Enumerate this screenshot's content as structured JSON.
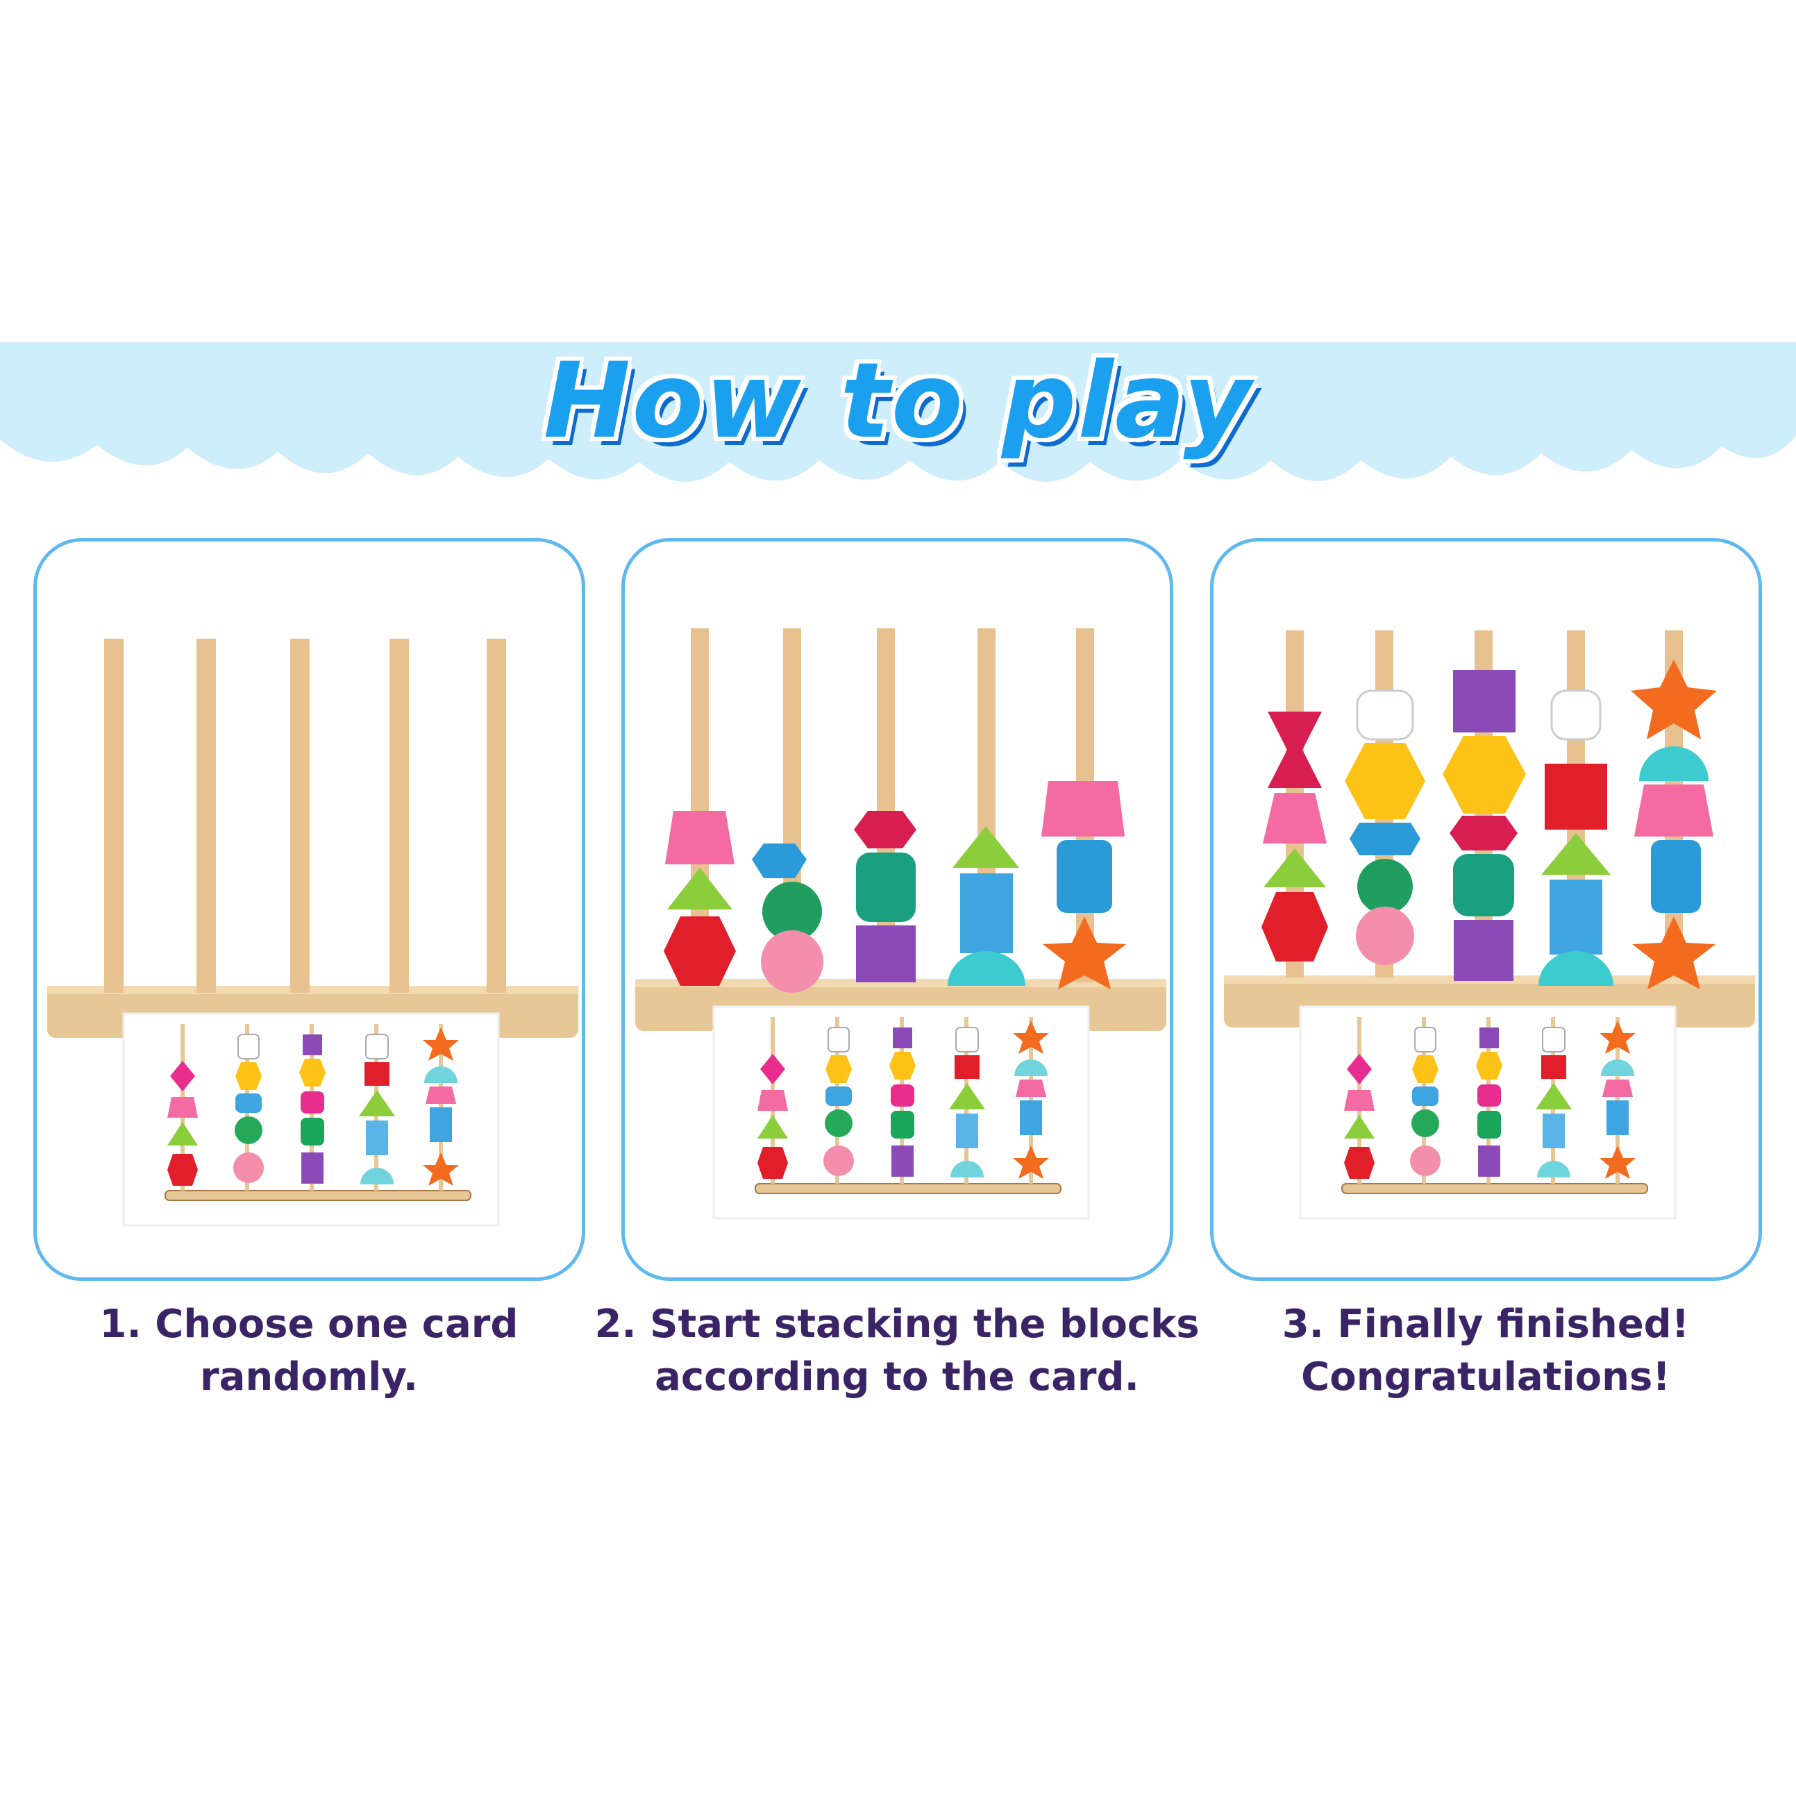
{
  "title": "How to play",
  "colors": {
    "banner": "#cfeefc",
    "title": "#1aa0ee",
    "title_shadow": "#0d6bd0",
    "panel_border": "#5fb8ee",
    "caption": "#3b2466",
    "wood": "#e8c797"
  },
  "steps": [
    {
      "line1": "1. Choose one card",
      "line2": "randomly."
    },
    {
      "line1": "2. Start stacking the blocks",
      "line2": "according to the card."
    },
    {
      "line1": "3. Finally finished!",
      "line2": "Congratulations!"
    }
  ]
}
